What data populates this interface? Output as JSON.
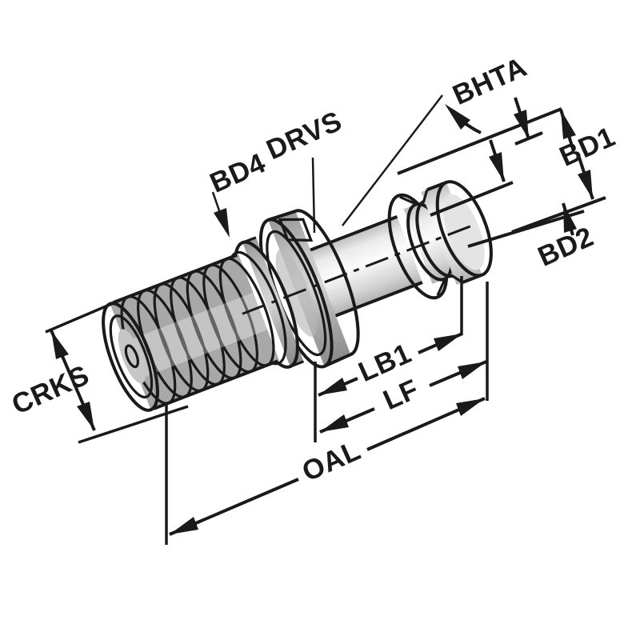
{
  "diagram": {
    "type": "technical-dimensional-drawing",
    "subject": "pull stud / retention knob with coolant hole",
    "background": "#ffffff",
    "line_color": "#1a1a1a",
    "metal_light": "#fafafa",
    "metal_mid": "#b5b5b5",
    "metal_dark": "#8c8c8c",
    "labels": {
      "crks": "CRKS",
      "bd4": "BD4",
      "drvs": "DRVS",
      "bhta": "BHTA",
      "bd1": "BD1",
      "bd2": "BD2",
      "lb1": "LB1",
      "lf": "LF",
      "oal": "OAL"
    }
  }
}
